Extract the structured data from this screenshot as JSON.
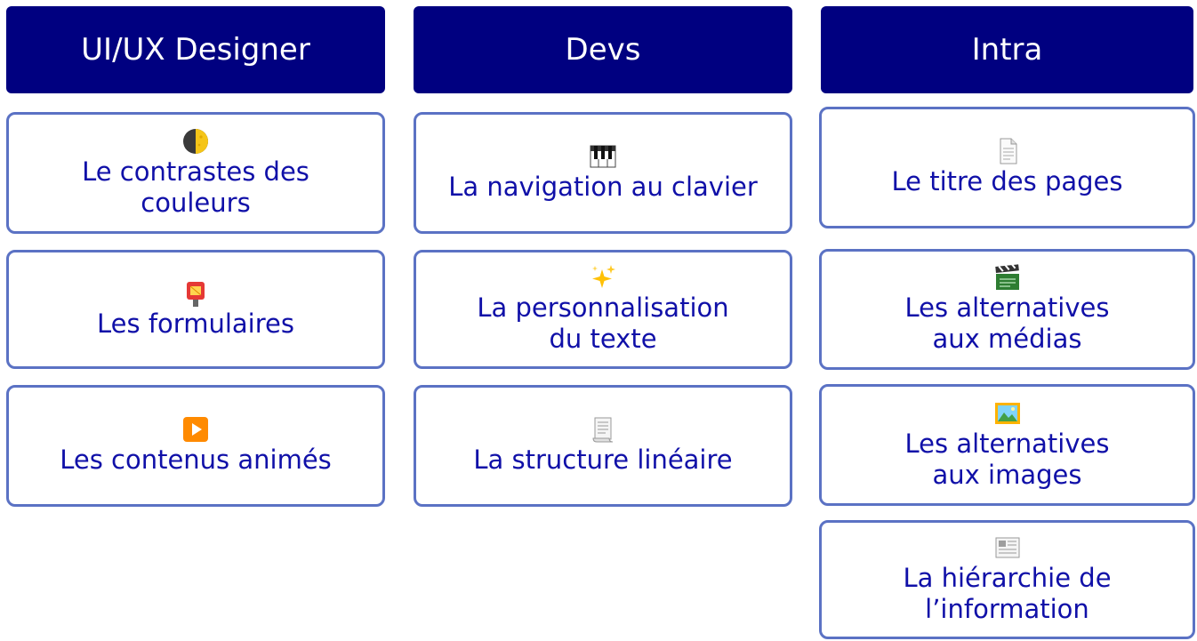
{
  "columns": [
    {
      "header": "UI/UX Designer",
      "cards": [
        {
          "icon": "half-moon-icon",
          "label": "Le contrastes des\ncouleurs"
        },
        {
          "icon": "postbox-icon",
          "label": "Les formulaires"
        },
        {
          "icon": "play-button-icon",
          "label": "Les contenus animés"
        }
      ]
    },
    {
      "header": "Devs",
      "cards": [
        {
          "icon": "piano-keys-icon",
          "label": "La navigation au clavier"
        },
        {
          "icon": "sparkles-icon",
          "label": "La personnalisation\ndu texte"
        },
        {
          "icon": "scroll-page-icon",
          "label": "La structure linéaire"
        }
      ]
    },
    {
      "header": "Intra",
      "cards": [
        {
          "icon": "page-icon",
          "label": "Le titre des pages"
        },
        {
          "icon": "clapperboard-icon",
          "label": "Les alternatives\naux médias"
        },
        {
          "icon": "framed-picture-icon",
          "label": "Les alternatives\naux images"
        },
        {
          "icon": "newspaper-icon",
          "label": "La hiérarchie de\nl’information"
        }
      ]
    }
  ],
  "colors": {
    "header_bg": "#000080",
    "header_text": "#ffffff",
    "card_border": "#5b72c4",
    "card_text": "#1010a8"
  }
}
